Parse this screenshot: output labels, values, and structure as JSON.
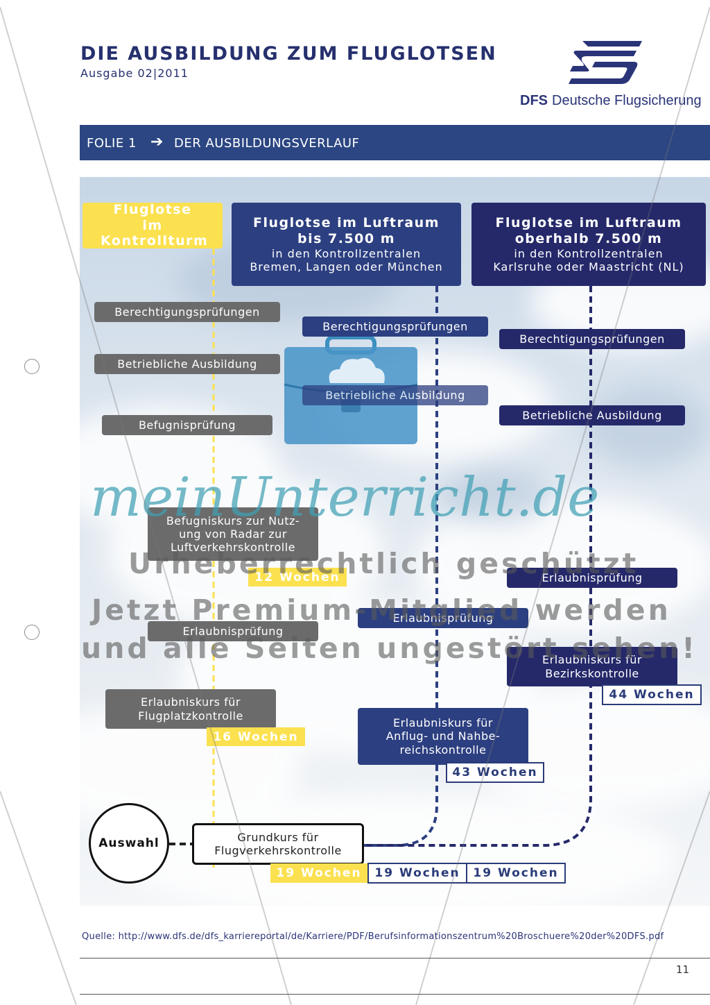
{
  "header": {
    "title": "DIE AUSBILDUNG ZUM FLUGLOTSEN",
    "subtitle": "Ausgabe 02|2011",
    "logo_text_bold": "DFS",
    "logo_text": "Deutsche Flugsicherung"
  },
  "slide_bar": {
    "label": "FOLIE 1",
    "arrow": "➔",
    "title": "DER AUSBILDUNGSVERLAUF"
  },
  "colors": {
    "tower_yellow": "#fbe14f",
    "navy": "#2c3f80",
    "dark_navy": "#25296a",
    "gray": "#6b6b6b",
    "header_bar": "#2b4682",
    "watermark_teal": "#40a0b4"
  },
  "columns": {
    "tower": {
      "title": "Fluglotse im Kontrollturm"
    },
    "below": {
      "title_line1": "Fluglotse im Luftraum",
      "title_line2": "bis 7.500 m",
      "sub_line1": "in den Kontrollzentralen",
      "sub_line2": "Bremen, Langen oder München"
    },
    "above": {
      "title_line1": "Fluglotse im Luftraum",
      "title_line2": "oberhalb 7.500 m",
      "sub_line1": "in den Kontrollzentralen",
      "sub_line2": "Karlsruhe oder Maastricht (NL)"
    }
  },
  "tower_steps": {
    "berechtigung": "Berechtigungsprüfungen",
    "betrieblich": "Betriebliche Ausbildung",
    "befugnis": "Befugnisprüfung",
    "befugniskurs_l1": "Befugniskurs zur Nutz-",
    "befugniskurs_l2": "ung von Radar zur",
    "befugniskurs_l3": "Luftverkehrskontrolle",
    "befugniskurs_weeks": "12 Wochen",
    "erlaubnis": "Erlaubnisprüfung",
    "kurs_l1": "Erlaubniskurs für",
    "kurs_l2": "Flugplatzkontrolle",
    "kurs_weeks": "16 Wochen"
  },
  "below_steps": {
    "berechtigung": "Berechtigungsprüfungen",
    "betrieblich": "Betriebliche Ausbildung",
    "erlaubnis": "Erlaubnisprüfung",
    "kurs_l1": "Erlaubniskurs für",
    "kurs_l2": "Anflug- und Nahbe-",
    "kurs_l3": "reichskontrolle",
    "kurs_weeks": "43 Wochen"
  },
  "above_steps": {
    "berechtigung": "Berechtigungsprüfungen",
    "betrieblich": "Betriebliche Ausbildung",
    "erlaubnis": "Erlaubnisprüfung",
    "kurs_l1": "Erlaubniskurs für",
    "kurs_l2": "Bezirkskontrolle",
    "kurs_weeks": "44 Wochen"
  },
  "start": {
    "auswahl": "Auswahl",
    "grundkurs_l1": "Grundkurs für",
    "grundkurs_l2": "Flugverkehrskontrolle",
    "weeks_tower": "19 Wochen",
    "weeks_below": "19 Wochen",
    "weeks_above": "19 Wochen"
  },
  "watermark": {
    "brand": "meinUnterricht.de",
    "line1": "Urheberrechtlich geschützt",
    "line2": "Jetzt Premium-Mitglied werden",
    "line3": "und alle Seiten ungestört sehen!"
  },
  "footer": {
    "source": "Quelle: http://www.dfs.de/dfs_karriereportal/de/Karriere/PDF/Berufsinformationszentrum%20Broschuere%20der%20DFS.pdf",
    "page": "11"
  }
}
